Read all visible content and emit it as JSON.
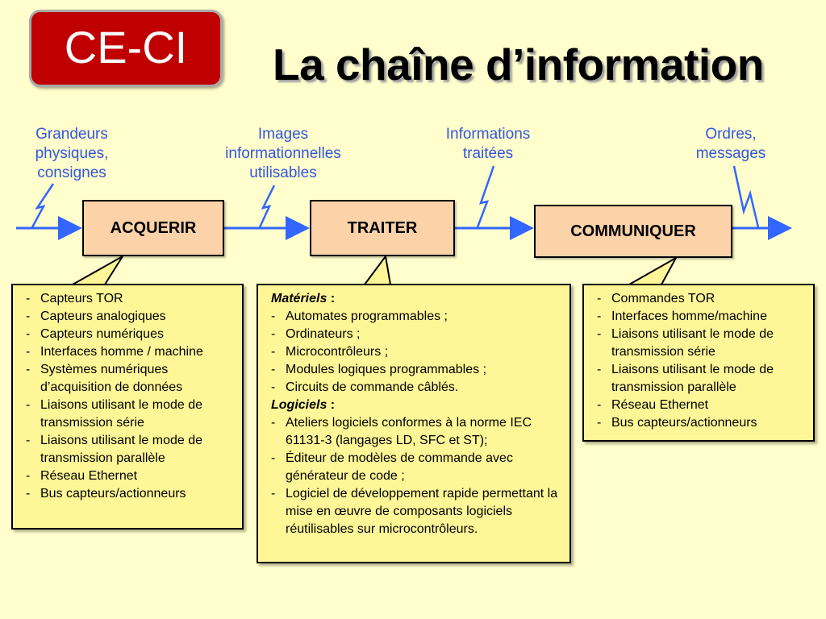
{
  "logo": {
    "text": "CE-CI"
  },
  "title": "La chaîne d’information",
  "colors": {
    "background": "#fffecc",
    "logo": "#c00000",
    "process_fill": "#fcd3a8",
    "callout_fill": "#fff797",
    "arrow": "#3366ff",
    "label_text": "#3355dd"
  },
  "flow_labels": [
    "Grandeurs physiques, consignes",
    "Images informationnelles utilisables",
    "Informations traitées",
    "Ordres, messages"
  ],
  "flow_label_lines": {
    "grandeurs": [
      "Grandeurs",
      "physiques,",
      "consignes"
    ],
    "images": [
      "Images",
      "informationnelles",
      "utilisables"
    ],
    "informations": [
      "Informations",
      "traitées"
    ],
    "ordres": [
      "Ordres,",
      "messages"
    ]
  },
  "blocks": {
    "acquerir": "ACQUERIR",
    "traiter": "TRAITER",
    "communiquer": "COMMUNIQUER"
  },
  "callouts": {
    "acquerir": [
      "Capteurs TOR",
      "Capteurs analogiques",
      "Capteurs numériques",
      "Interfaces homme / machine",
      "Systèmes numériques d’acquisition de données",
      "Liaisons utilisant le mode de transmission série",
      "Liaisons utilisant le mode de transmission parallèle",
      "Réseau Ethernet",
      "Bus capteurs/actionneurs"
    ],
    "traiter": {
      "materiels_heading": "Matériels",
      "materiels": [
        "Automates programmables ;",
        "Ordinateurs ;",
        "Microcontrôleurs ;",
        "Modules logiques programmables ;",
        "Circuits de commande câblés."
      ],
      "logiciels_heading": "Logiciels",
      "logiciels": [
        "Ateliers logiciels conformes à la norme IEC 61131-3 (langages LD, SFC et ST);",
        "Éditeur de modèles de commande avec générateur de code ;",
        "Logiciel de développement rapide permettant la mise en œuvre de composants logiciels réutilisables sur microcontrôleurs."
      ]
    },
    "communiquer": [
      "Commandes TOR",
      "Interfaces homme/machine",
      "Liaisons utilisant le mode de transmission série",
      "Liaisons utilisant le mode de transmission parallèle",
      "Réseau Ethernet",
      "Bus capteurs/actionneurs"
    ]
  }
}
